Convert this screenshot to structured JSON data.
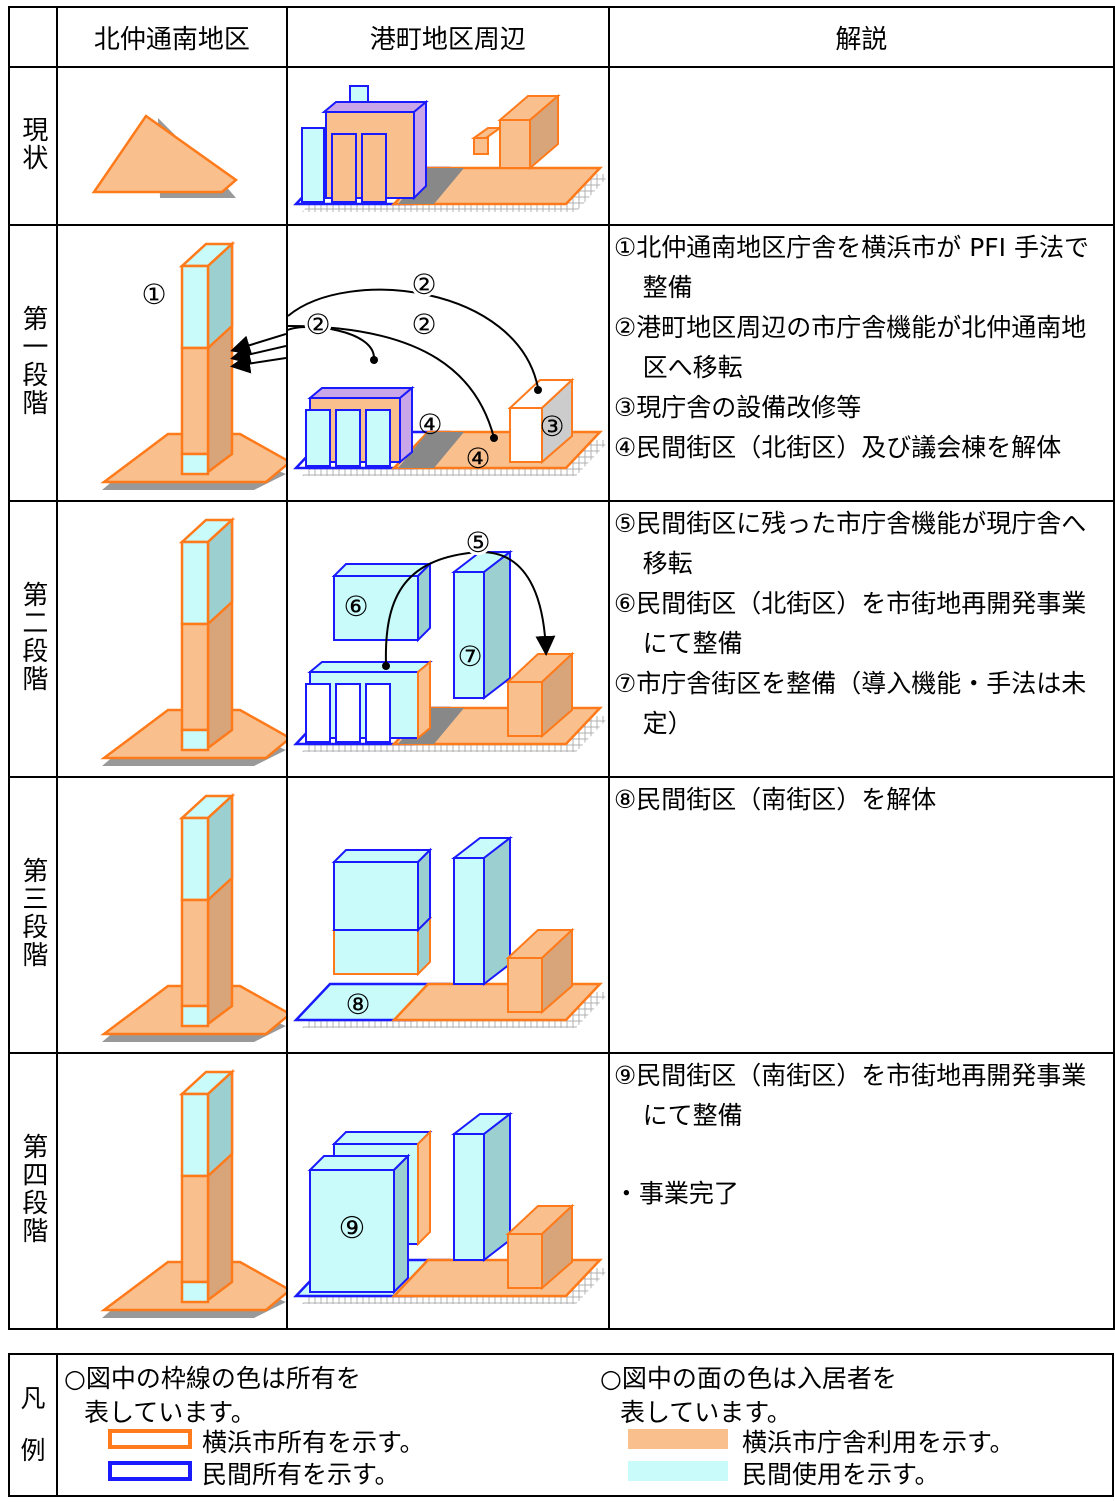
{
  "header": {
    "corner": "",
    "col1": "北仲通南地区",
    "col2": "港町地区周辺",
    "col3": "解説"
  },
  "rows": [
    {
      "stage": "現状",
      "desc": []
    },
    {
      "stage": "第一段階",
      "desc": [
        "①北仲通南地区庁舎を横浜市が PFI 手法で整備",
        "②港町地区周辺の市庁舎機能が北仲通南地区へ移転",
        "③現庁舎の設備改修等",
        "④民間街区（北街区）及び議会棟を解体"
      ]
    },
    {
      "stage": "第二段階",
      "desc": [
        "⑤民間街区に残った市庁舎機能が現庁舎へ移転",
        "⑥民間街区（北街区）を市街地再開発事業にて整備",
        "⑦市庁舎街区を整備（導入機能・手法は未定）"
      ]
    },
    {
      "stage": "第三段階",
      "desc": [
        "⑧民間街区（南街区）を解体"
      ]
    },
    {
      "stage": "第四段階",
      "desc": [
        "⑨民間街区（南街区）を市街地再開発事業にて整備",
        "・事業完了"
      ]
    }
  ],
  "markers": {
    "m1": "①",
    "m2": "②",
    "m3": "③",
    "m4": "④",
    "m5": "⑤",
    "m6": "⑥",
    "m7": "⑦",
    "m8": "⑧",
    "m9": "⑨"
  },
  "legend": {
    "label_top": "凡",
    "label_bottom": "例",
    "outline_heading": "○図中の枠線の色は所有を",
    "outline_heading2": "表しています。",
    "fill_heading": "○図中の面の色は入居者を",
    "fill_heading2": "表しています。",
    "yokohama_owned": "横浜市所有を示す。",
    "private_owned": "民間所有を示す。",
    "city_use": "横浜市庁舎利用を示す。",
    "private_use": "民間使用を示す。"
  },
  "colors": {
    "orange_outline": "#ff7a1a",
    "blue_outline": "#1a1aff",
    "orange_fill": "#f9c08e",
    "orange_side": "#d8a47a",
    "cyan_fill": "#c9fbfb",
    "cyan_side": "#9ccfd0",
    "gray": "#999999"
  }
}
